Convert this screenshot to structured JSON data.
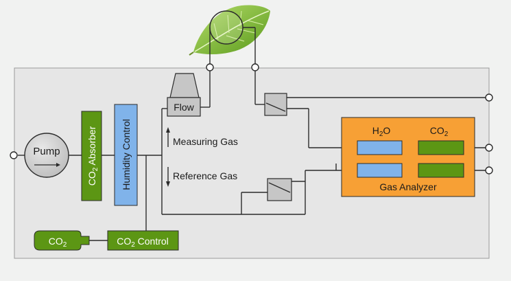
{
  "components": {
    "pump": "Pump",
    "co2_absorber": {
      "main": "CO",
      "sub": "2",
      "rest": " Absorber"
    },
    "humidity_control": "Humidity Control",
    "flow": "Flow",
    "measuring_gas": "Measuring Gas",
    "reference_gas": "Reference Gas",
    "gas_analyzer": "Gas Analyzer",
    "h2o": {
      "main": "H",
      "sub": "2",
      "rest": "O"
    },
    "co2_header": {
      "main": "CO",
      "sub": "2"
    },
    "co2_bottle": {
      "main": "CO",
      "sub": "2"
    },
    "co2_control": {
      "main": "CO",
      "sub": "2",
      "rest": " Control"
    }
  },
  "colors": {
    "background": "#f1f2f1",
    "panel": "#e6e6e6",
    "panel_border": "#9a9a9a",
    "green": "#5c9614",
    "blue": "#80b3ea",
    "orange": "#f7a035",
    "gray_box": "#c6c6c6",
    "leaf": "#8cc63f",
    "line": "#2b2b2b"
  },
  "icons": [
    "leaf-icon",
    "pump-arrow-icon",
    "valve-icon",
    "flow-nozzle-icon",
    "gas-bottle-icon",
    "port-circle-icon"
  ]
}
